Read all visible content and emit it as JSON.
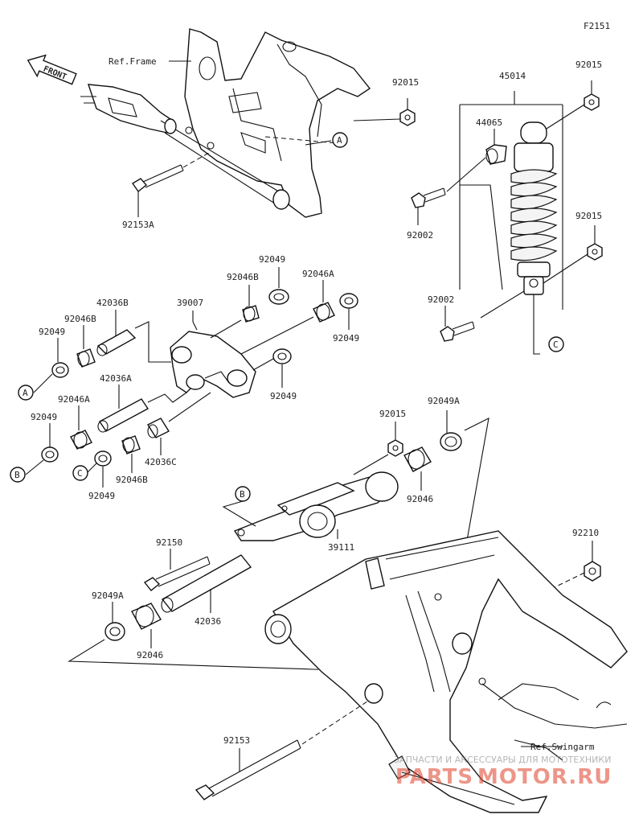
{
  "figure_code": "F2151",
  "front_label": "FRONT",
  "ref_labels": {
    "frame": "Ref.Frame",
    "swingarm": "Ref.Swingarm"
  },
  "callouts": [
    "A",
    "B",
    "C"
  ],
  "parts": {
    "p92015_top": "92015",
    "p45014": "45014",
    "p92015_right_top": "92015",
    "p44065": "44065",
    "p92015_right_mid": "92015",
    "p92153A": "92153A",
    "p92002_top": "92002",
    "p92002_mid": "92002",
    "p92049_top": "92049",
    "p92046B_top": "92046B",
    "p92046A_top": "92046A",
    "p42036B": "42036B",
    "p39007": "39007",
    "p92046B_left": "92046B",
    "p92049_left": "92049",
    "p92049_right_a": "92049",
    "p92049_right_b": "92049",
    "p42036A": "42036A",
    "p92046A_left": "92046A",
    "p92049_left_b": "92049",
    "p42036C": "42036C",
    "p92046B_bottom": "92046B",
    "p92049_bottom": "92049",
    "p92015_center": "92015",
    "p92049A_center": "92049A",
    "p92046_center": "92046",
    "p39111": "39111",
    "p92150": "92150",
    "p92210": "92210",
    "p92049A_left": "92049A",
    "p42036": "42036",
    "p92046_left": "92046",
    "p92153": "92153"
  },
  "watermark": {
    "subtitle": "ЗАПЧАСТИ И АКСЕССУАРЫ ДЛЯ МОТОТЕХНИКИ",
    "brand_left": "PARTS",
    "brand_right": "MOTOR.RU"
  }
}
